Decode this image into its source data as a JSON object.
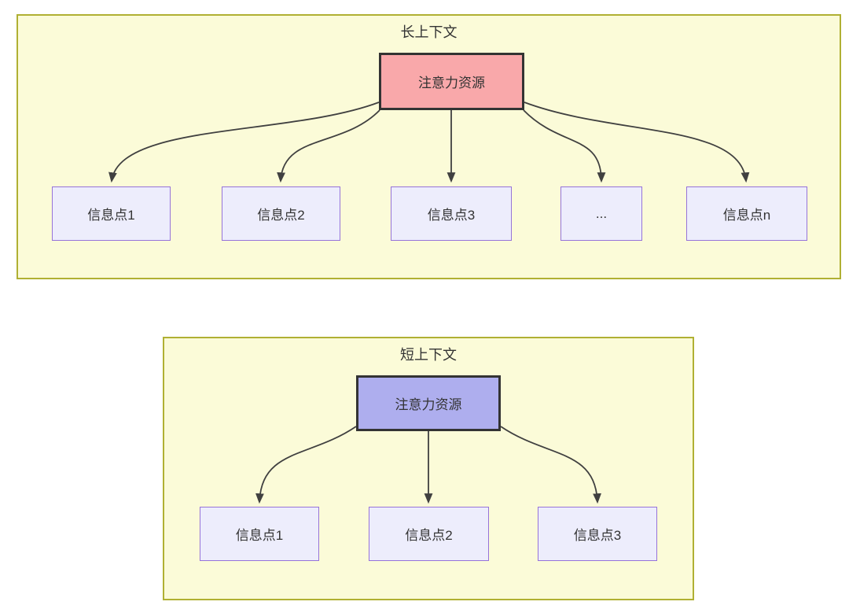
{
  "groups": [
    {
      "title": "长上下文",
      "attention": {
        "label": "注意力资源"
      },
      "nodes": [
        {
          "label": "信息点1"
        },
        {
          "label": "信息点2"
        },
        {
          "label": "信息点3"
        },
        {
          "label": "..."
        },
        {
          "label": "信息点n"
        }
      ]
    },
    {
      "title": "短上下文",
      "attention": {
        "label": "注意力资源"
      },
      "nodes": [
        {
          "label": "信息点1"
        },
        {
          "label": "信息点2"
        },
        {
          "label": "信息点3"
        }
      ]
    }
  ],
  "colors": {
    "group_fill": "#fbfbd8",
    "group_border": "#b0b033",
    "attention_long_fill": "#f9a8aa",
    "attention_short_fill": "#aeaeee",
    "attention_border": "#333333",
    "node_fill": "#ededfc",
    "node_border": "#9673d9",
    "arrow": "#404040",
    "text": "#333333"
  }
}
